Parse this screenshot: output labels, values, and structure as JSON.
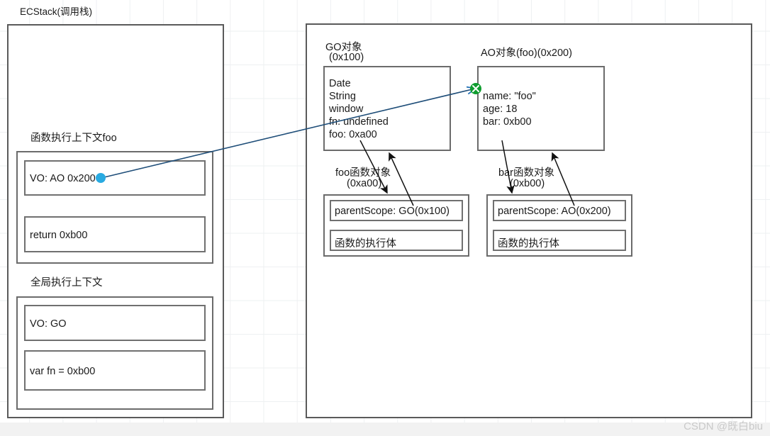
{
  "diagram": {
    "title": "ECStack(调用栈)",
    "watermark": "CSDN @既白biu",
    "colors": {
      "link": "#1f4e79",
      "source_dot": "#29aae1",
      "target_marker": "#0f9d2f",
      "box_border": "#6b6b6b",
      "frame_border": "#5a5a5a",
      "grid": "#eef0f2",
      "text": "#1a1a1a",
      "watermark": "#c9c9c9"
    }
  },
  "stack_panel": {
    "name": "ECStack frame",
    "contexts": [
      {
        "caption": "函数执行上下文foo",
        "rows": [
          {
            "text": "VO: AO 0x200",
            "has_source_dot": true
          },
          {
            "text": "return 0xb00",
            "has_source_dot": false
          }
        ]
      },
      {
        "caption": "全局执行上下文",
        "rows": [
          {
            "text": "VO: GO",
            "has_source_dot": false
          },
          {
            "text": "var fn = 0xb00",
            "has_source_dot": false
          }
        ]
      }
    ]
  },
  "heap_panel": {
    "name": "Heap frame",
    "objects": [
      {
        "caption_line1": "GO对象",
        "caption_line2": "(0x100)",
        "entries": [
          "Date",
          "String",
          "window",
          "fn: undefined",
          "foo: 0xa00"
        ]
      },
      {
        "caption_line1": "AO对象(foo)(0x200)",
        "caption_line2": "",
        "entries": [
          "name: \"foo\"",
          "age: 18",
          "bar: 0xb00"
        ]
      }
    ],
    "functions": [
      {
        "caption_line1": "foo函数对象",
        "caption_line2": "(0xa00)",
        "rows": [
          "parentScope: GO(0x100)",
          "函数的执行体"
        ]
      },
      {
        "caption_line1": "bar函数对象",
        "caption_line2": "(0xb00)",
        "rows": [
          "parentScope: AO(0x200)",
          "函数的执行体"
        ]
      }
    ]
  },
  "connectors": [
    {
      "label": "vo-to-ao-link",
      "from": "VO: AO 0x200",
      "to": "AO对象(foo)(0x200)",
      "style": "blue-line-with-x-marker"
    },
    {
      "label": "go-foo-to-foo-fn",
      "from": "foo: 0xa00",
      "to": "foo函数对象",
      "style": "black-arrow"
    },
    {
      "label": "foo-fn-parentscope-to-go",
      "from": "parentScope: GO(0x100)",
      "to": "GO对象",
      "style": "black-arrow"
    },
    {
      "label": "ao-bar-to-bar-fn",
      "from": "bar: 0xb00",
      "to": "bar函数对象",
      "style": "black-arrow"
    },
    {
      "label": "bar-fn-parentscope-to-ao",
      "from": "parentScope: AO(0x200)",
      "to": "AO对象",
      "style": "black-arrow"
    }
  ]
}
